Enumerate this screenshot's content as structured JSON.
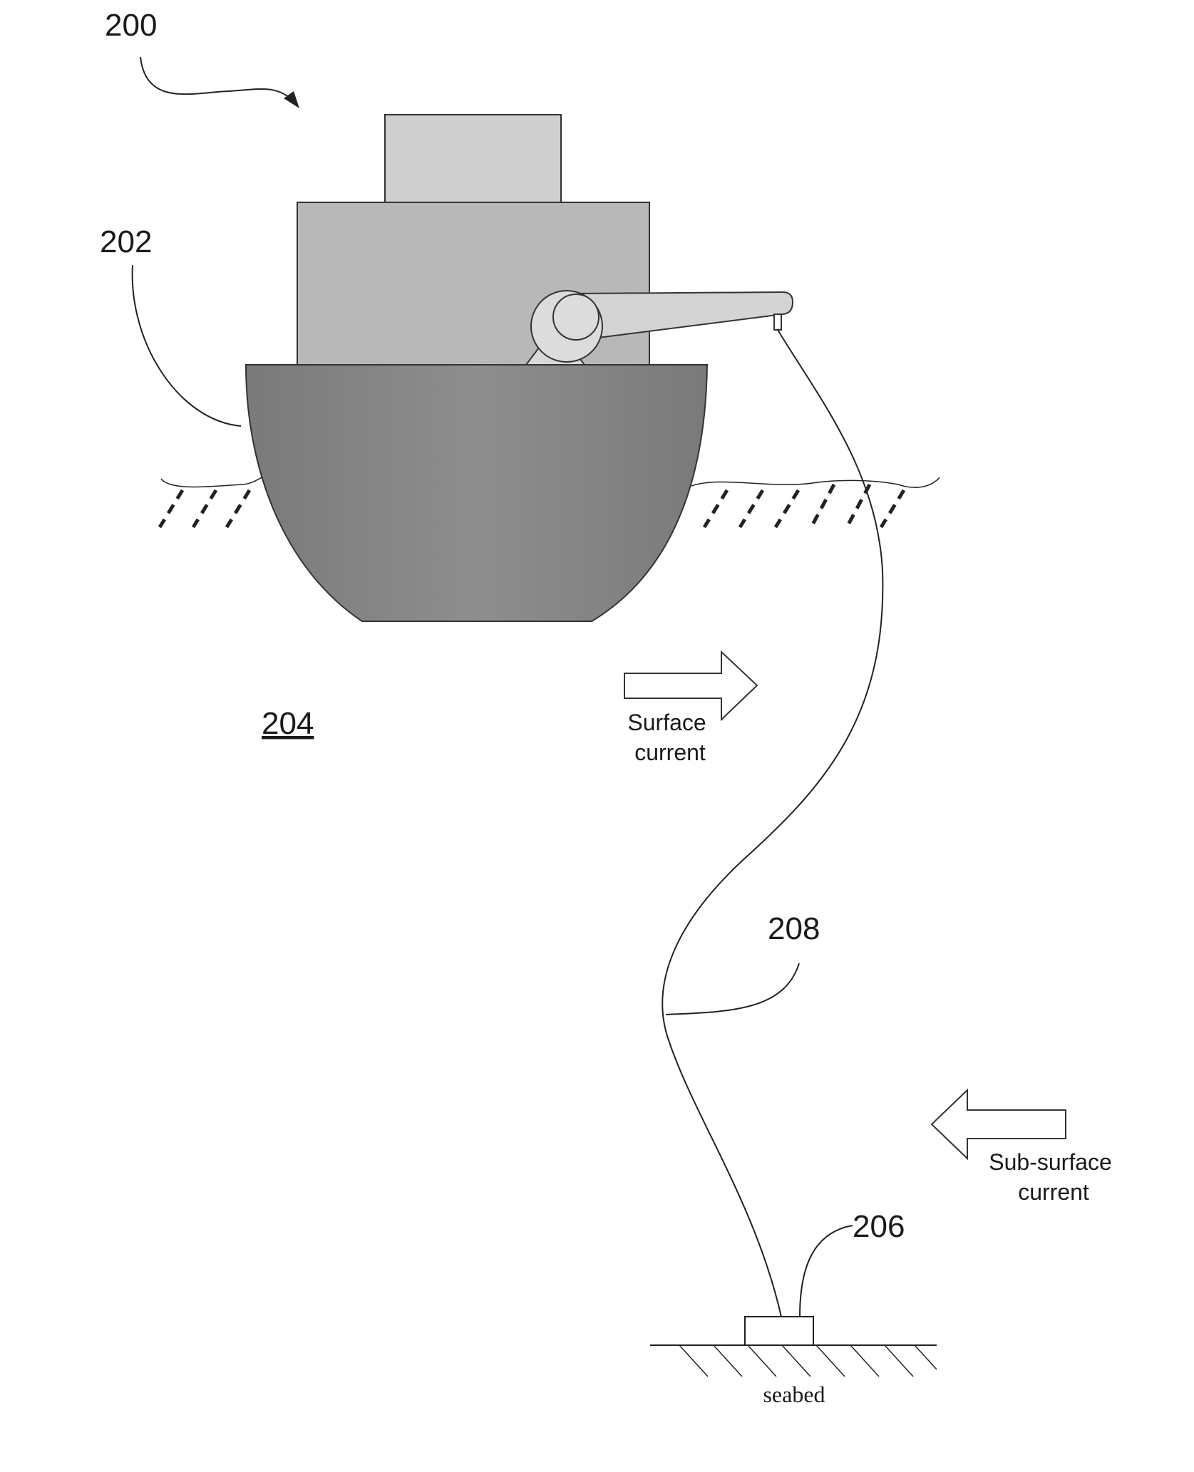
{
  "figure_ref": "200",
  "refs": {
    "vessel": "202",
    "water": "204",
    "wellhead": "206",
    "riser": "208"
  },
  "arrows": {
    "surface": [
      "Surface",
      "current"
    ],
    "subsurface": [
      "Sub-surface",
      "current"
    ]
  },
  "seabed_label": "seabed"
}
